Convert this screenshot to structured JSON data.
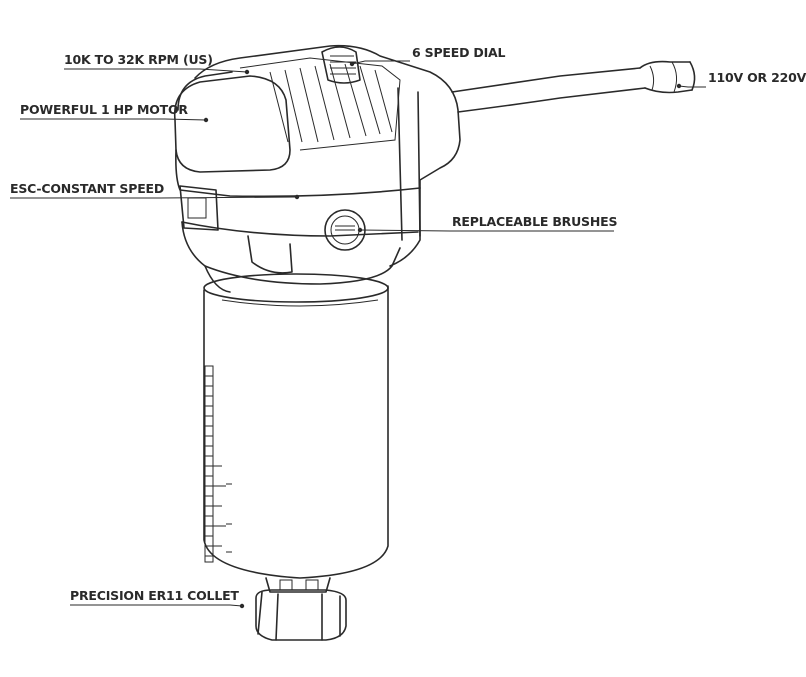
{
  "labels": {
    "rpm": "10K TO 32K RPM (US)",
    "speed_dial": "6 SPEED DIAL",
    "voltage": "110V OR 220V",
    "motor": "POWERFUL 1 HP MOTOR",
    "esc": "ESC-CONSTANT SPEED",
    "brushes": "REPLACEABLE BRUSHES",
    "collet": "PRECISION ER11 COLLET"
  },
  "colors": {
    "line": "#2a2a2a",
    "background": "#ffffff"
  }
}
